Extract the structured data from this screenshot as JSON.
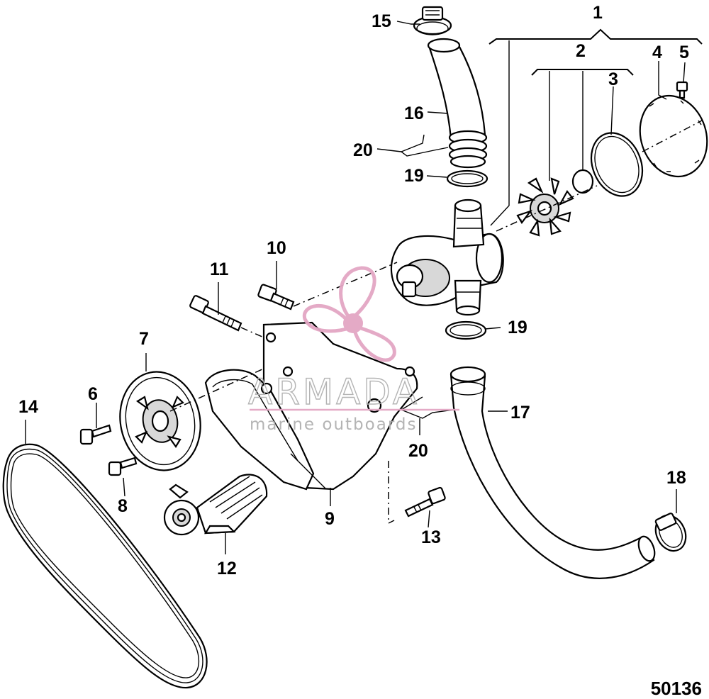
{
  "watermark": {
    "brand": "ARMADA",
    "tagline": "marine outboards",
    "logo_color": "#e3a6c4"
  },
  "part_number": "50136",
  "callouts": {
    "c1": "1",
    "c2": "2",
    "c3": "3",
    "c4": "4",
    "c5": "5",
    "c6": "6",
    "c7": "7",
    "c8": "8",
    "c9": "9",
    "c10": "10",
    "c11": "11",
    "c12": "12",
    "c13": "13",
    "c14": "14",
    "c15": "15",
    "c16": "16",
    "c17": "17",
    "c18": "18",
    "c19a": "19",
    "c19b": "19",
    "c20a": "20",
    "c20b": "20"
  }
}
